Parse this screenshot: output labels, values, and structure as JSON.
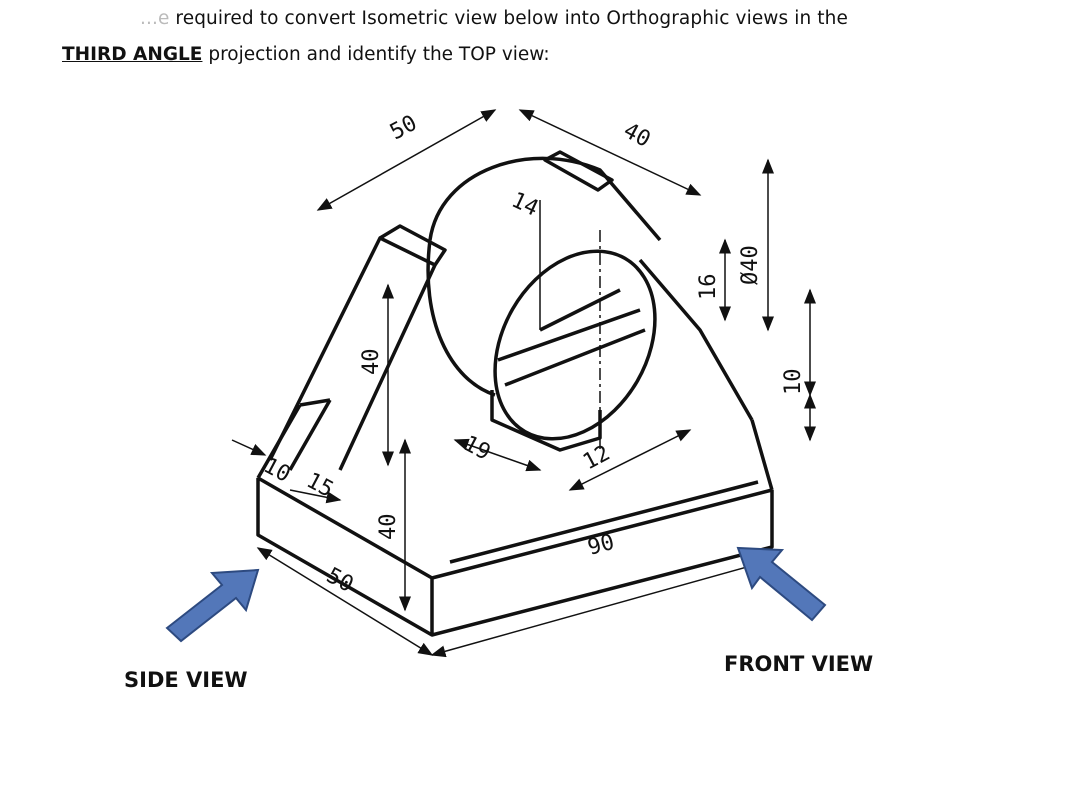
{
  "question": {
    "line1_prefix": "...e",
    "line1": "required to convert Isometric view below into Orthographic views in the",
    "emphasis": "THIRD ANGLE",
    "line2_rest": " projection and identify the TOP view:"
  },
  "drawing": {
    "dimensions": {
      "top_width": "50",
      "depth": "40",
      "slot": "14",
      "diameter": "Ø40",
      "offset": "16",
      "base_height": "10",
      "rib_top": "10",
      "rib_base": "15",
      "boss_width": "19",
      "boss_gap": "12",
      "length": "90",
      "base_depth": "50",
      "rib_height": "40",
      "total_height": "40"
    },
    "labels": {
      "side_view": "SIDE VIEW",
      "front_view": "FRONT VIEW"
    },
    "arrow_color": "#5377b9"
  }
}
